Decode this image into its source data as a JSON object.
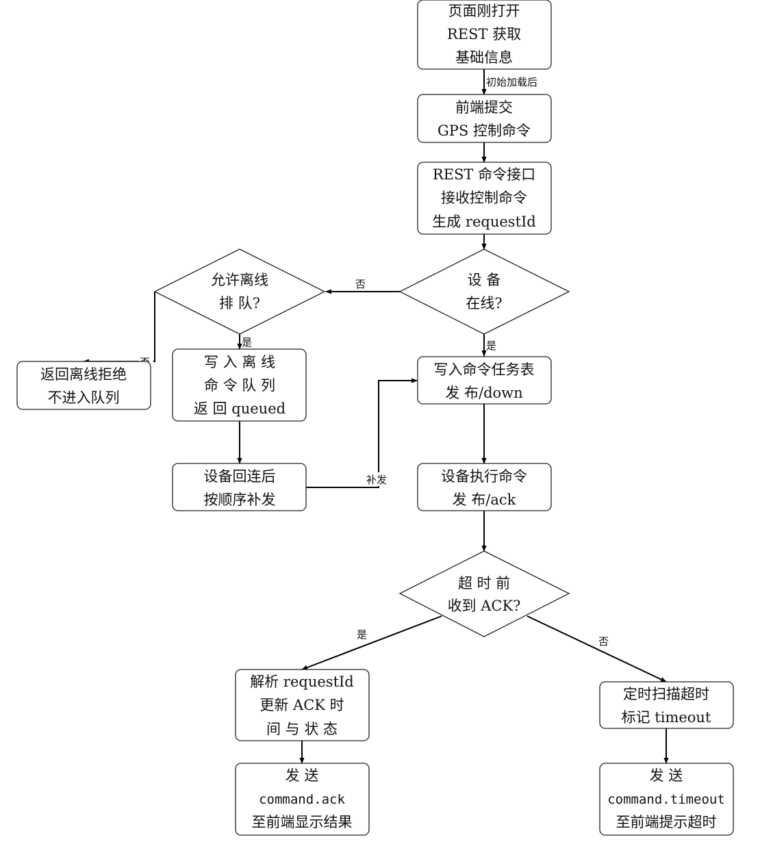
{
  "nodes": {
    "page_open": {
      "lines": [
        "页面刚打开",
        "REST 获取",
        "基础信息"
      ]
    },
    "submit_cmd": {
      "lines": [
        "前端提交",
        "GPS 控制命令"
      ]
    },
    "rest_receive": {
      "lines": [
        "REST 命令接口",
        "接收控制命令",
        "生成 requestId"
      ]
    },
    "device_online": {
      "lines": [
        "设 备",
        "在线?"
      ]
    },
    "allow_offline": {
      "lines": [
        "允许离线",
        "排 队?"
      ]
    },
    "reject": {
      "lines": [
        "返回离线拒绝",
        "不进入队列"
      ]
    },
    "write_queue": {
      "lines": [
        "写 入 离 线",
        "命 令 队 列",
        "返 回 queued"
      ]
    },
    "resend": {
      "lines": [
        "设备回连后",
        "按顺序补发"
      ]
    },
    "write_task": {
      "lines": [
        "写入命令任务表",
        "发 布/down"
      ]
    },
    "exec_cmd": {
      "lines": [
        "设备执行命令",
        "发 布/ack"
      ]
    },
    "ack_before_timeout": {
      "lines": [
        "超 时 前",
        "收到 ACK?"
      ]
    },
    "parse_request": {
      "lines": [
        "解析 requestId",
        "更新 ACK 时",
        "间 与 状 态"
      ]
    },
    "scan_timeout": {
      "lines": [
        "定时扫描超时",
        "标记 timeout"
      ]
    },
    "send_ack": {
      "lines": [
        "发 送",
        "command.ack",
        "至前端显示结果"
      ]
    },
    "send_timeout": {
      "lines": [
        "发 送",
        "command.timeout",
        "至前端提示超时"
      ]
    }
  },
  "edges": {
    "after_initial_load": "初始加载后",
    "online_no": "否",
    "online_yes": "是",
    "allow_yes": "是",
    "allow_no": "否",
    "resend_label": "补发",
    "ack_yes": "是",
    "ack_no": "否"
  }
}
